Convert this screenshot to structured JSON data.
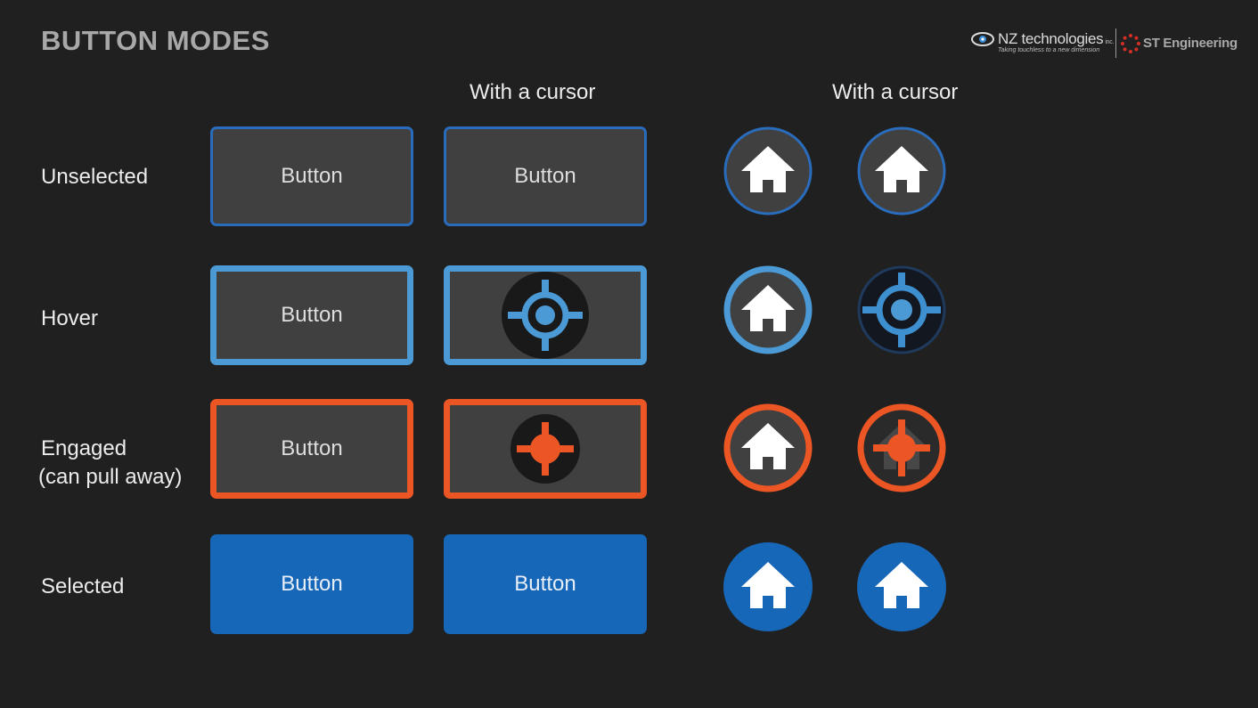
{
  "header": {
    "title": "BUTTON MODES"
  },
  "logos": {
    "nz_name": "NZ technologies",
    "nz_suffix": "inc.",
    "nz_tagline": "Taking touchless to a new dimension",
    "st_name": "ST Engineering"
  },
  "columns": {
    "cursor_rect": "With  a cursor",
    "cursor_circle": "With  a cursor"
  },
  "rows": {
    "unselected": {
      "label": "Unselected"
    },
    "hover": {
      "label": "Hover"
    },
    "engaged": {
      "label_line1": "Engaged",
      "label_line2": "(can pull away)"
    },
    "selected": {
      "label": "Selected"
    }
  },
  "button_label": "Button",
  "icons": {
    "button_icon": "home-icon",
    "cursor_icon": "crosshair-cursor-icon"
  },
  "colors": {
    "background": "#202020",
    "button_fill": "#404040",
    "unselected_border": "#2a6cbc",
    "hover_border": "#4b9ad6",
    "engaged_border": "#ec5624",
    "selected_fill": "#1767b8"
  }
}
